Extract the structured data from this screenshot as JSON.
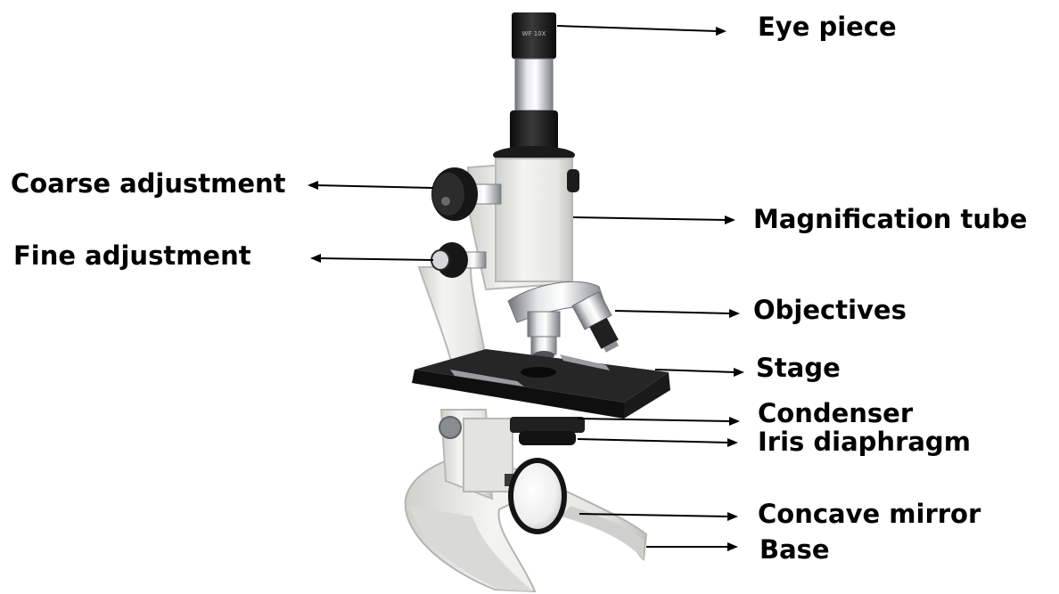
{
  "labels": {
    "eye_piece": "Eye piece",
    "coarse_adjustment": "Coarse adjustment",
    "magnification_tube": "Magnification tube",
    "fine_adjustment": "Fine adjustment",
    "objectives": "Objectives",
    "stage": "Stage",
    "condenser": "Condenser",
    "iris_diaphragm": "Iris diaphragm",
    "concave_mirror": "Concave mirror",
    "base": "Base"
  },
  "eyepiece_marking": "WF 10X",
  "colors": {
    "label_text": "#000000",
    "leader_line": "#000000",
    "body": "#e9eae6",
    "stage": "#1e1e1e",
    "chrome": "#b9bcc0"
  }
}
